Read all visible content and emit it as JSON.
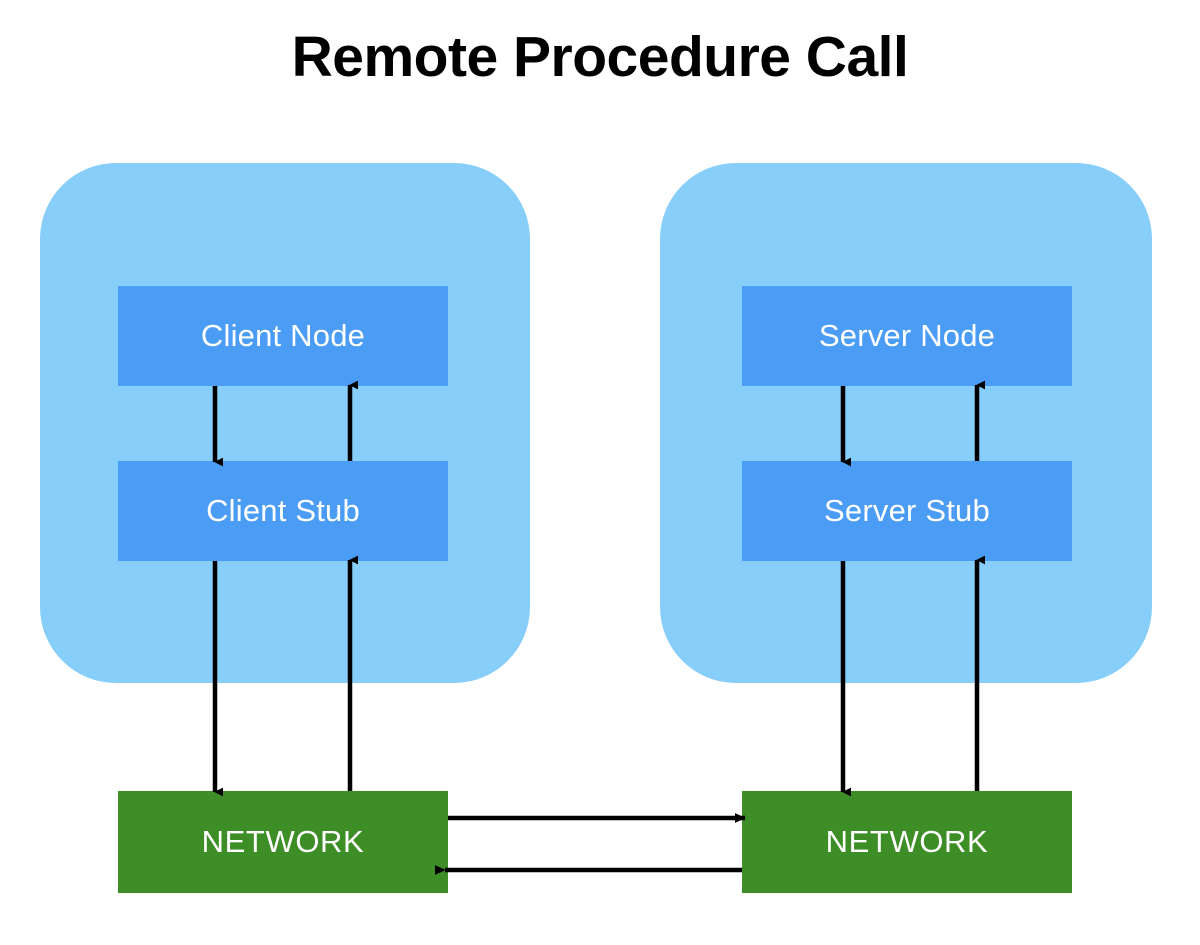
{
  "diagram": {
    "title": "Remote Procedure Call",
    "background_color": "#FFFFFF",
    "title_color": "#000000",
    "colors": {
      "host_container": "#87CEFA",
      "component_box": "#4A9CF5",
      "network_box": "#3E8E28",
      "box_text": "#FFFFFF",
      "arrow": "#000000"
    }
  },
  "client_side": {
    "node_label": "Client Node",
    "stub_label": "Client Stub",
    "network_label": "NETWORK"
  },
  "server_side": {
    "node_label": "Server Node",
    "stub_label": "Server Stub",
    "network_label": "NETWORK"
  },
  "connections": [
    {
      "name": "client-node-to-client-stub",
      "direction": "down",
      "from": "Client Node",
      "to": "Client Stub"
    },
    {
      "name": "client-stub-to-client-node",
      "direction": "up",
      "from": "Client Stub",
      "to": "Client Node"
    },
    {
      "name": "client-stub-to-client-network",
      "direction": "down",
      "from": "Client Stub",
      "to": "NETWORK"
    },
    {
      "name": "client-network-to-client-stub",
      "direction": "up",
      "from": "NETWORK",
      "to": "Client Stub"
    },
    {
      "name": "server-node-to-server-stub",
      "direction": "down",
      "from": "Server Node",
      "to": "Server Stub"
    },
    {
      "name": "server-stub-to-server-node",
      "direction": "up",
      "from": "Server Stub",
      "to": "Server Node"
    },
    {
      "name": "server-stub-to-server-network",
      "direction": "down",
      "from": "Server Stub",
      "to": "NETWORK"
    },
    {
      "name": "server-network-to-server-stub",
      "direction": "up",
      "from": "NETWORK",
      "to": "Server Stub"
    },
    {
      "name": "client-network-to-server-network",
      "direction": "right",
      "from": "NETWORK",
      "to": "NETWORK"
    },
    {
      "name": "server-network-to-client-network",
      "direction": "left",
      "from": "NETWORK",
      "to": "NETWORK"
    }
  ]
}
